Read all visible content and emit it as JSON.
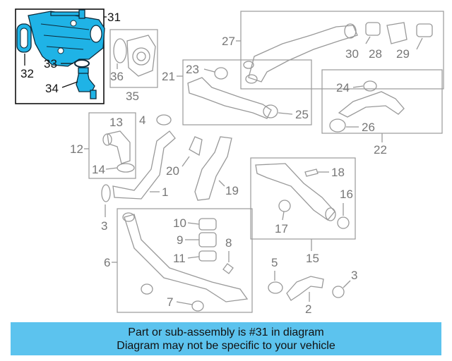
{
  "callouts": {
    "c1": "1",
    "c2": "2",
    "c3a": "3",
    "c3b": "3",
    "c4": "4",
    "c5": "5",
    "c6": "6",
    "c7": "7",
    "c8": "8",
    "c9": "9",
    "c10": "10",
    "c11": "11",
    "c12": "12",
    "c13": "13",
    "c14": "14",
    "c15": "15",
    "c16": "16",
    "c17": "17",
    "c18": "18",
    "c19": "19",
    "c20": "20",
    "c21": "21",
    "c22": "22",
    "c23": "23",
    "c24": "24",
    "c25": "25",
    "c26": "26",
    "c27": "27",
    "c28": "28",
    "c29": "29",
    "c30": "30",
    "c31": "31",
    "c32": "32",
    "c33": "33",
    "c34": "34",
    "c35": "35",
    "c36": "36"
  },
  "highlighted_part": "31",
  "colors": {
    "highlight": "#1fb3e6",
    "banner": "#5cc3ee",
    "line": "#999999"
  },
  "banner": {
    "line1": "Part or sub-assembly is #31 in diagram",
    "line2": "Diagram may not be specific to your vehicle"
  }
}
